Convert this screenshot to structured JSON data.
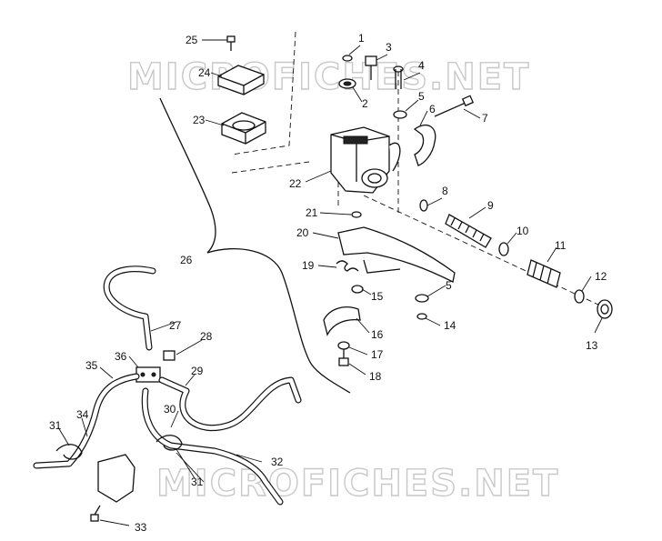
{
  "watermarks": [
    "MICROFICHES.NET",
    "MICROFICHES.NET"
  ],
  "callouts": {
    "c1": "1",
    "c2": "2",
    "c3": "3",
    "c4": "4",
    "c5a": "5",
    "c5b": "5",
    "c6": "6",
    "c7": "7",
    "c8": "8",
    "c9": "9",
    "c10": "10",
    "c11": "11",
    "c12": "12",
    "c13": "13",
    "c14": "14",
    "c15": "15",
    "c16": "16",
    "c17": "17",
    "c18": "18",
    "c19": "19",
    "c20": "20",
    "c21": "21",
    "c22": "22",
    "c23": "23",
    "c24": "24",
    "c25": "25",
    "c26": "26",
    "c27": "27",
    "c28": "28",
    "c29": "29",
    "c30": "30",
    "c31a": "31",
    "c31b": "31",
    "c32": "32",
    "c33": "33",
    "c34": "34",
    "c35": "35",
    "c36": "36"
  }
}
